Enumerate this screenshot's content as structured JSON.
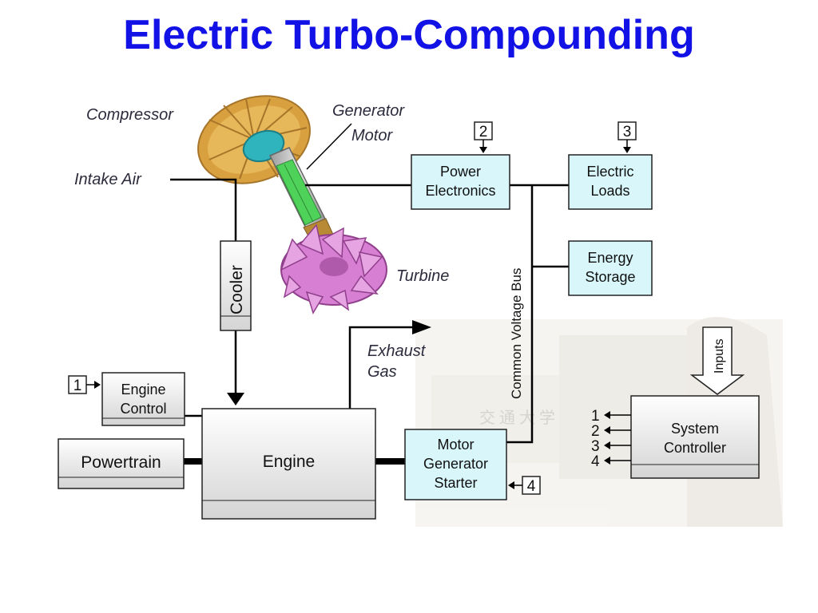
{
  "title": "Electric Turbo-Compounding",
  "labels": {
    "compressor": "Compressor",
    "generator": "Generator",
    "motor": "Motor",
    "intake_air": "Intake Air",
    "turbine": "Turbine",
    "exhaust_line1": "Exhaust",
    "exhaust_line2": "Gas",
    "cooler": "Cooler",
    "common_voltage_bus": "Common Voltage Bus",
    "inputs": "Inputs"
  },
  "boxes": {
    "power_electronics": [
      "Power",
      "Electronics"
    ],
    "electric_loads": [
      "Electric",
      "Loads"
    ],
    "energy_storage": [
      "Energy",
      "Storage"
    ],
    "engine_control": [
      "Engine",
      "Control"
    ],
    "engine": "Engine",
    "powertrain": "Powertrain",
    "motor_generator_starter": [
      "Motor",
      "Generator",
      "Starter"
    ],
    "system_controller": [
      "System",
      "Controller"
    ]
  },
  "markers": {
    "engine_control": "1",
    "power_electronics": "2",
    "electric_loads": "3",
    "motor_generator_starter": "4"
  },
  "controller_outputs": [
    "1",
    "2",
    "3",
    "4"
  ],
  "colors": {
    "title": "#1212e6",
    "box_cyan": "#d9f6fb",
    "compressor": "#d9a040",
    "turbine": "#d77fd2",
    "shaft_green": "#4fd25a"
  }
}
